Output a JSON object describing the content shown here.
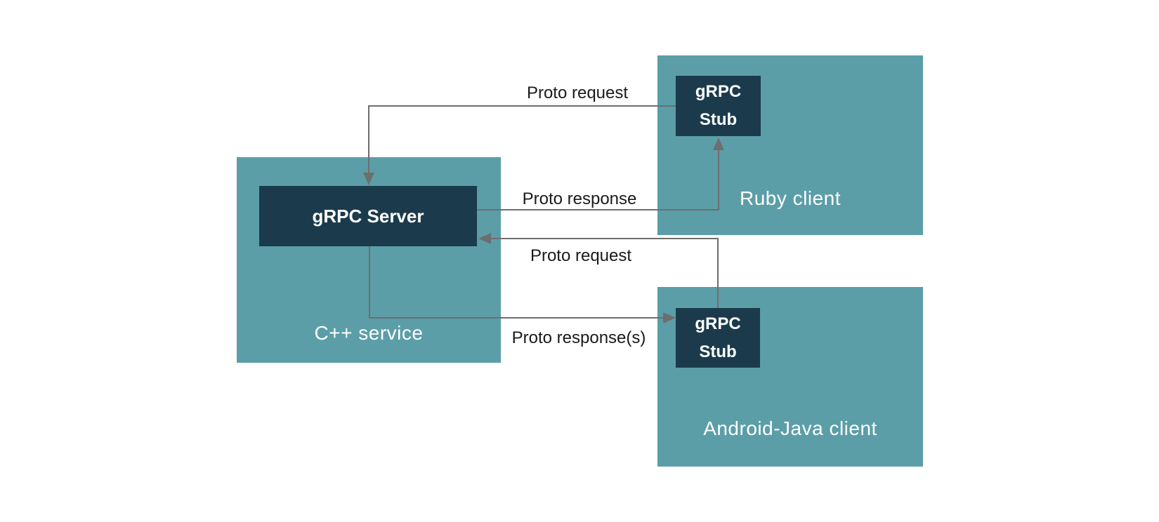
{
  "colors": {
    "teal": "#5B9EA8",
    "navy": "#1B3B4C",
    "line": "#6E6E6E",
    "label": "#1A1A1A",
    "box-text": "#FFFFFF",
    "bg": "#FFFFFF"
  },
  "diagram": {
    "nodes": {
      "cpp_service": {
        "label": "C++ service"
      },
      "grpc_server": {
        "label": "gRPC Server"
      },
      "ruby_client": {
        "label": "Ruby client"
      },
      "ruby_stub": {
        "label_line1": "gRPC",
        "label_line2": "Stub"
      },
      "android_client": {
        "label": "Android-Java client"
      },
      "android_stub": {
        "label_line1": "gRPC",
        "label_line2": "Stub"
      }
    },
    "edges": {
      "request_to_server_from_ruby": {
        "label": "Proto request"
      },
      "response_to_ruby_stub": {
        "label": "Proto response"
      },
      "request_to_server_from_android": {
        "label": "Proto request"
      },
      "responses_to_android_stub": {
        "label": "Proto response(s)"
      }
    }
  }
}
